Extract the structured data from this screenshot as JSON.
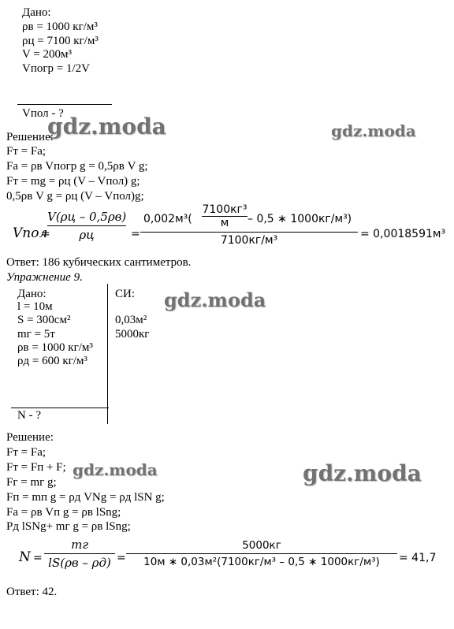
{
  "ex8": {
    "given_title": "Дано:",
    "given": [
      "ρв = 1000 кг/м³",
      "ρц = 7100 кг/м³",
      "V = 200м³",
      "Vпогр = 1/2V"
    ],
    "find": "Vпол - ?",
    "solution_title": "Решение:",
    "solution": [
      "Fт = Fа;",
      "Fа = ρв Vпогр g = 0,5ρв V g;",
      "Fт = mg = ρц (V – Vпол) g;",
      "0,5ρв V g = ρц (V – Vпол)g;"
    ],
    "formula": {
      "lhs": "Vпол",
      "eq": "=",
      "f1_num": "V(ρц – 0,5ρв)",
      "f1_den": "ρц",
      "f2_num_a": "0,002м³(",
      "f2_num_inner_num": "7100кг³",
      "f2_num_inner_den": "м",
      "f2_num_b": " – 0,5 ∗ 1000кг/м³)",
      "f2_den": "7100кг/м³",
      "result": "= 0,0018591м³"
    },
    "answer": "Ответ: 186 кубических сантиметров."
  },
  "ex9": {
    "heading": "Упражнение 9.",
    "given_title": "Дано:",
    "given": [
      "l = 10м",
      "S = 300см²",
      "mг = 5т",
      "ρв = 1000 кг/м³",
      "ρд = 600 кг/м³"
    ],
    "si_title": "СИ:",
    "si": [
      "0,03м²",
      "5000кг"
    ],
    "find": "N - ?",
    "solution_title": "Решение:",
    "solution": [
      "Fт = Fа;",
      "Fт = Fп + F;",
      "Fг = mг g;",
      "Fп = mп g = ρд VNg = ρд lSN g;",
      "Fа = ρв Vп g = ρв lSng;",
      "Pд lSNg+ mг g = ρв lSng;"
    ],
    "formula": {
      "lhs": "N",
      "eq": "=",
      "f1_num": "mг",
      "f1_den": "lS(ρв – ρд)",
      "f2_num": "5000кг",
      "f2_den": "10м ∗ 0,03м²(7100кг/м³ – 0,5 ∗ 1000кг/м³)",
      "result": "= 41,7"
    },
    "answer": "Ответ: 42."
  },
  "watermark": "gdz.moda"
}
